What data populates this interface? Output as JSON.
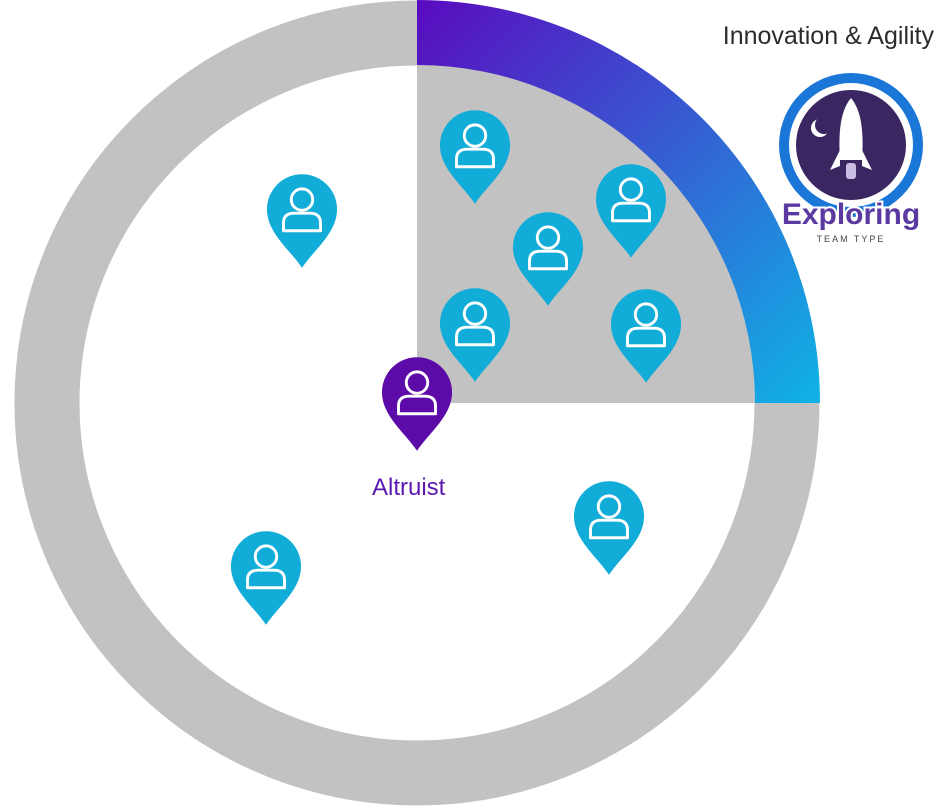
{
  "quadrant": {
    "title": "Innovation & Agility"
  },
  "team_type": {
    "word": "Exploring",
    "subtitle": "TEAM TYPE",
    "icon": "rocket-icon"
  },
  "self": {
    "label": "Altruist",
    "icon": "person-pin-icon",
    "color": "#5c0aa8"
  },
  "colors": {
    "ring": "#c2c2c2",
    "highlight_quadrant": "#c2c2c2",
    "arc_start": "#5a0bbf",
    "arc_end": "#0fb3e6",
    "member_pin": "#12acd9",
    "self_pin": "#5c0aa8"
  },
  "members": [
    {
      "name": "team-member-1",
      "quadrant": "top-right"
    },
    {
      "name": "team-member-2",
      "quadrant": "top-right"
    },
    {
      "name": "team-member-3",
      "quadrant": "top-right"
    },
    {
      "name": "team-member-4",
      "quadrant": "top-right"
    },
    {
      "name": "team-member-5",
      "quadrant": "top-right"
    },
    {
      "name": "team-member-6",
      "quadrant": "top-left"
    },
    {
      "name": "team-member-7",
      "quadrant": "bottom-right"
    },
    {
      "name": "team-member-8",
      "quadrant": "bottom-left"
    }
  ]
}
